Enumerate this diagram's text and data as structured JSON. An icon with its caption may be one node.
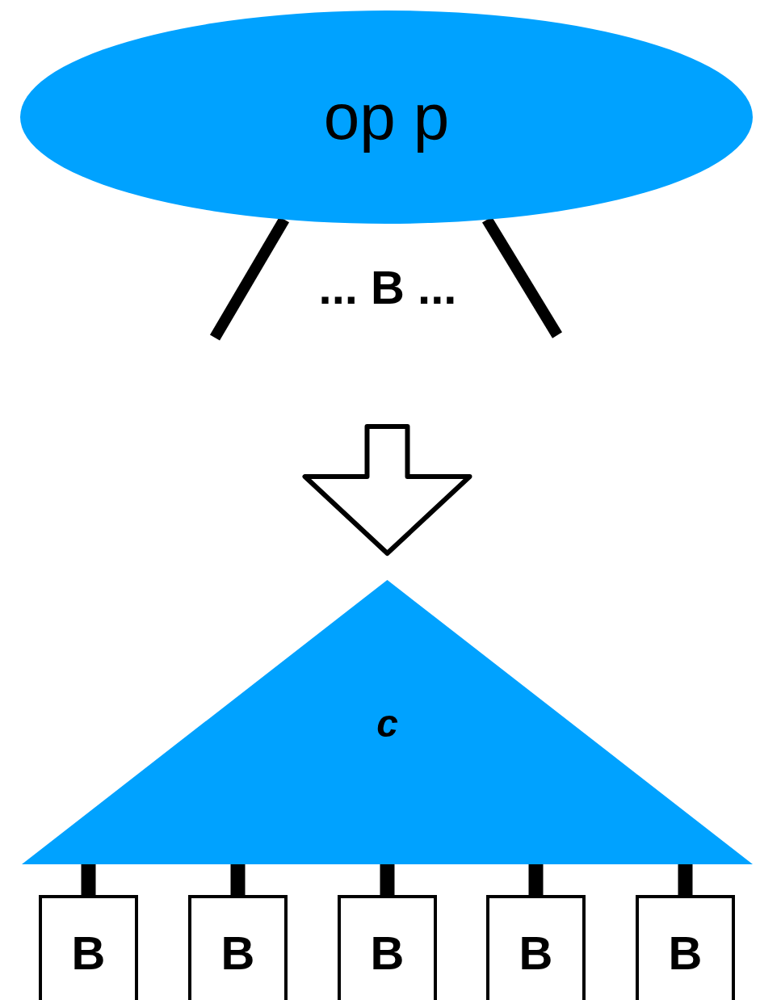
{
  "diagram": {
    "nodes": [
      {
        "text": [
          "op p"
        ]
      },
      {
        "text": [
          "c"
        ]
      },
      {
        "text": [
          "B"
        ]
      },
      {
        "text": [
          "B"
        ]
      },
      {
        "text": [
          "B"
        ]
      },
      {
        "text": [
          "B"
        ]
      },
      {
        "text": [
          "B"
        ]
      }
    ],
    "edges": [
      {
        "from": 0,
        "to": null,
        "arrow": "none"
      },
      {
        "from": 0,
        "to": null,
        "arrow": "none"
      },
      {
        "from": null,
        "to": 1,
        "arrow": "to",
        "style": "thick"
      },
      {
        "from": 1,
        "to": 2,
        "arrow": "none"
      },
      {
        "from": 1,
        "to": 3,
        "arrow": "none"
      },
      {
        "from": 1,
        "to": 4,
        "arrow": "none"
      },
      {
        "from": 1,
        "to": 5,
        "arrow": "none"
      },
      {
        "from": 1,
        "to": 6,
        "arrow": "none"
      }
    ],
    "labels": [
      "... B ..."
    ]
  }
}
